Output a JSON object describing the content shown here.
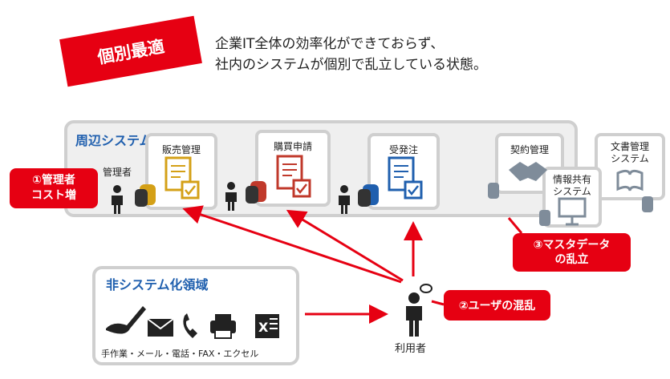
{
  "header": {
    "tag": "個別最適",
    "description_line1": "企業IT全体の効率化ができておらず、",
    "description_line2": "社内のシステムが個別で乱立している状態。"
  },
  "system_area": {
    "title": "周辺システム",
    "admin_label": "管理者",
    "systems": [
      {
        "label": "販売管理",
        "color": "#d4a017"
      },
      {
        "label": "購買申請",
        "color": "#c0392b"
      },
      {
        "label": "受発注",
        "color": "#1f5fae"
      },
      {
        "label": "契約管理",
        "color": "#7f8c9a"
      },
      {
        "label": "情報共有\nシステム",
        "color": "#7f8c9a"
      },
      {
        "label": "文書管理\nシステム",
        "color": "#7f8c9a"
      }
    ]
  },
  "callouts": {
    "admin_cost_line1": "①管理者",
    "admin_cost_line2": "コスト増",
    "user_confusion": "②ユーザの混乱",
    "master_data_line1": "③マスタデータ",
    "master_data_line2": "の乱立"
  },
  "non_system_area": {
    "title": "非システム化領域",
    "caption": "手作業・メール・電話・FAX・エクセル",
    "icons": [
      "handwriting-icon",
      "mail-icon",
      "phone-icon",
      "printer-icon",
      "excel-icon"
    ]
  },
  "user": {
    "label": "利用者"
  },
  "colors": {
    "accent_red": "#e60012",
    "title_blue": "#1f5fae",
    "border_gray": "#cfcfcf"
  }
}
